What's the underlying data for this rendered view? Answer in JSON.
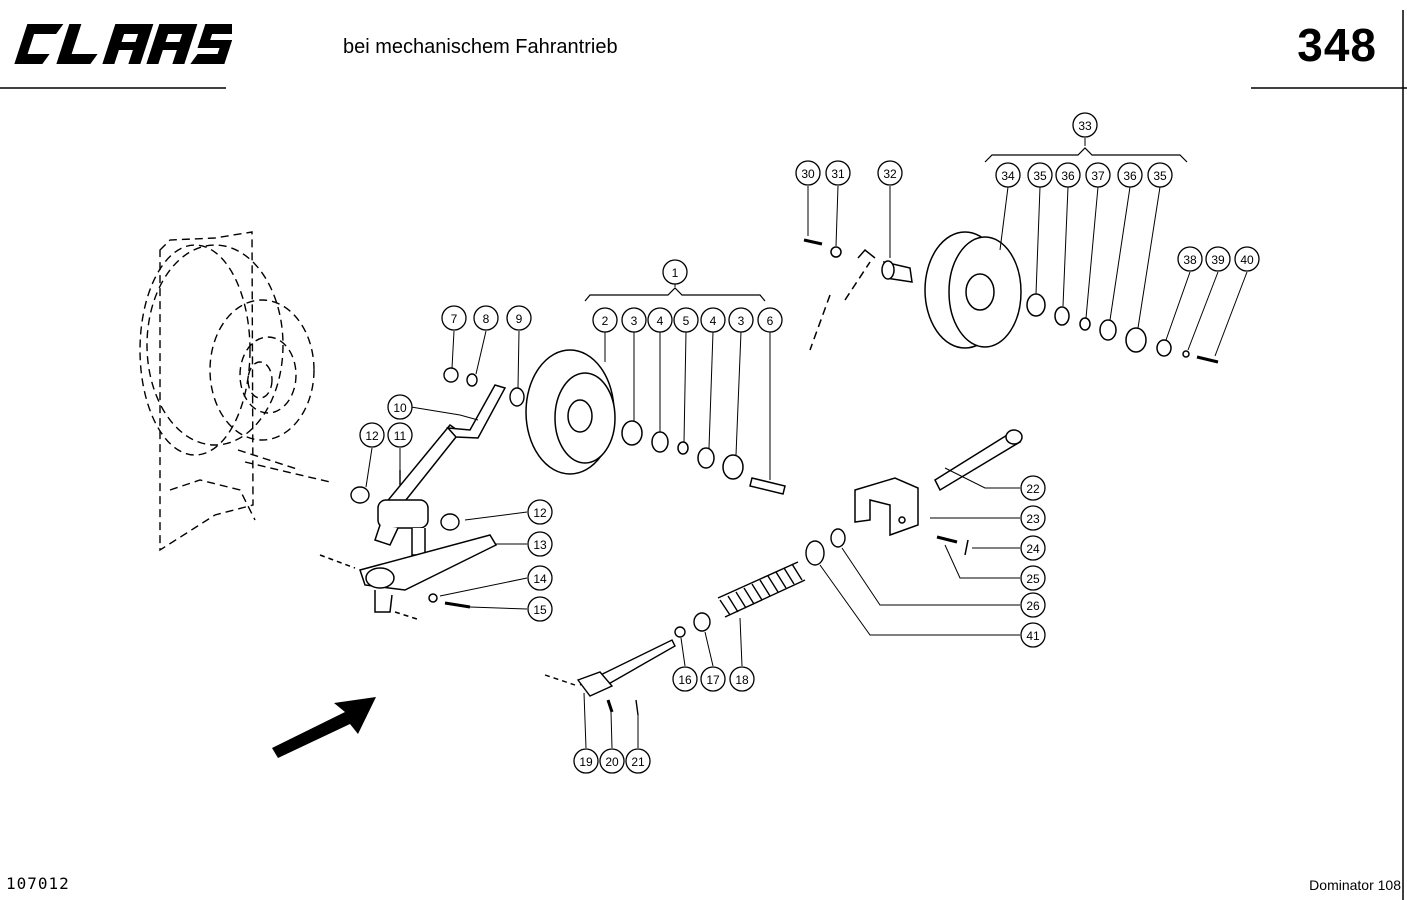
{
  "header": {
    "brand": "CLAAS",
    "title": "bei mechanischem Fahrantrieb",
    "page_number": "348"
  },
  "footer": {
    "doc_number": "107012",
    "model": "Dominator 108"
  },
  "callouts": [
    "1",
    "2",
    "3",
    "4",
    "5",
    "4",
    "3",
    "6",
    "7",
    "8",
    "9",
    "10",
    "11",
    "12",
    "12",
    "13",
    "14",
    "15",
    "16",
    "17",
    "18",
    "19",
    "20",
    "21",
    "22",
    "23",
    "24",
    "25",
    "26",
    "41",
    "30",
    "31",
    "32",
    "33",
    "34",
    "35",
    "36",
    "37",
    "36",
    "35",
    "38",
    "39",
    "40"
  ]
}
